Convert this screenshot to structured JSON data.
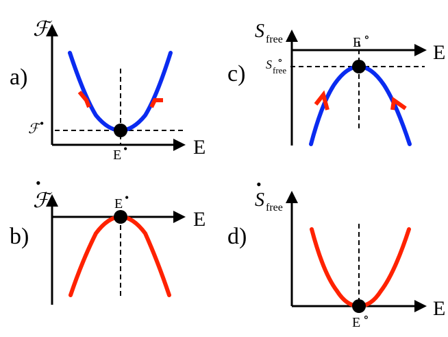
{
  "panels": {
    "a": {
      "label": "a)",
      "y_axis_label": "ℱ",
      "x_axis_label": "E",
      "min_value_label": "ℱ",
      "min_value_superscript": "•",
      "min_point_label": "E",
      "min_point_superscript": "•",
      "curve_color": "#0a2bf0",
      "arrow_color": "#ff2200"
    },
    "b": {
      "label": "b)",
      "y_axis_label": "ℱ",
      "y_axis_dot": "•",
      "x_axis_label": "E",
      "max_point_label": "E",
      "max_point_superscript": "•",
      "curve_color": "#ff2200"
    },
    "c": {
      "label": "c)",
      "y_axis_label": "S",
      "y_axis_subscript": "free",
      "x_axis_label": "E",
      "max_value_label": "S",
      "max_value_subscript": "free",
      "max_value_superscript": "∘",
      "max_point_label": "E",
      "max_point_superscript": "∘",
      "curve_color": "#0a2bf0",
      "arrow_color": "#ff2200"
    },
    "d": {
      "label": "d)",
      "y_axis_label": "S",
      "y_axis_dot": "•",
      "y_axis_subscript": "free",
      "x_axis_label": "E",
      "min_point_label": "E",
      "min_point_superscript": "∘",
      "curve_color": "#ff2200"
    }
  }
}
